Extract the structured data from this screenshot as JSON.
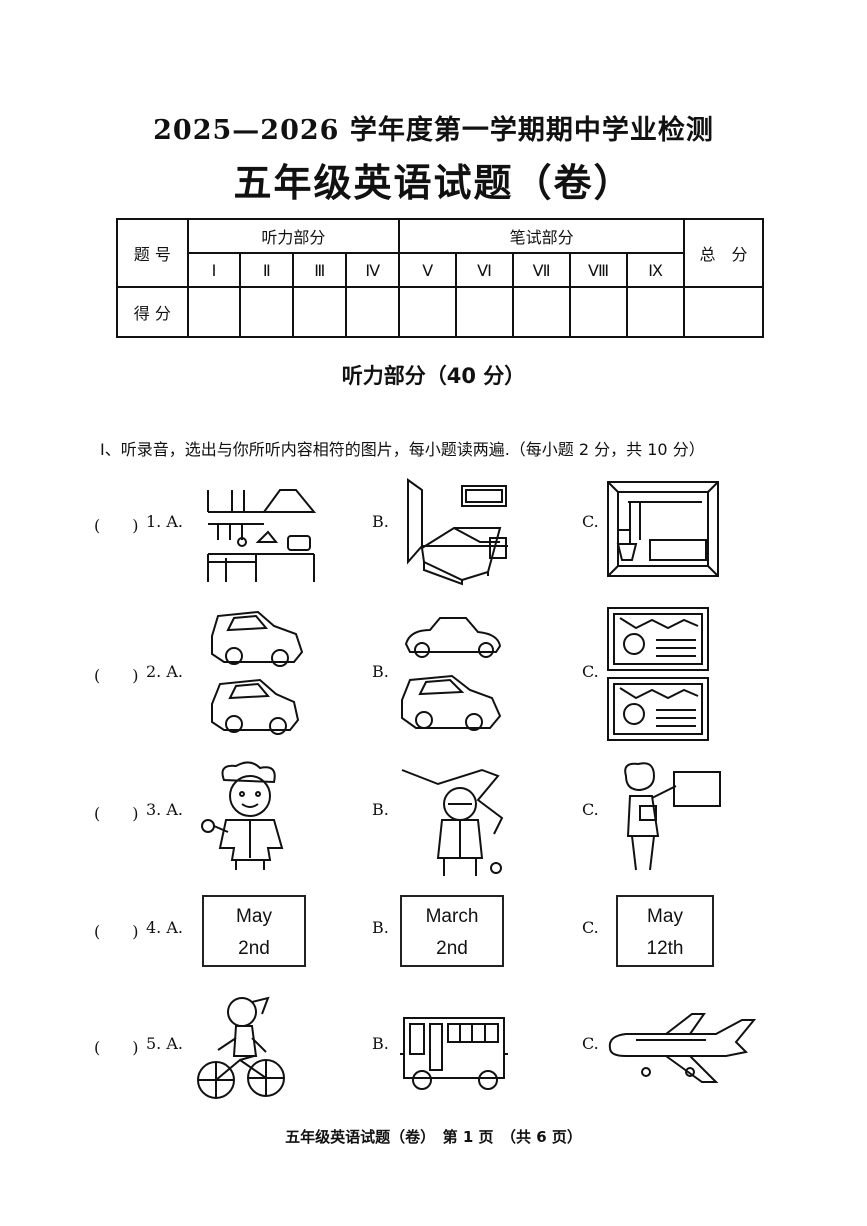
{
  "header": {
    "title_line1": "2025—2026 学年度第一学期期中学业检测",
    "title_line2": "五年级英语试题（卷）"
  },
  "score_table": {
    "row_label_number": "题 号",
    "row_label_score": "得 分",
    "group_listening": "听力部分",
    "group_written": "笔试部分",
    "total": "总　分",
    "columns": [
      "Ⅰ",
      "Ⅱ",
      "Ⅲ",
      "Ⅳ",
      "Ⅴ",
      "Ⅵ",
      "Ⅶ",
      "Ⅷ",
      "Ⅸ"
    ]
  },
  "section_title": "听力部分（40 分）",
  "instruction": "Ⅰ、听录音，选出与你所听内容相符的图片，每小题读两遍.（每小题 2 分，共 10 分）",
  "questions": [
    {
      "paren": "(　　)",
      "a": "1. A.",
      "b": "B.",
      "c": "C.",
      "icons": [
        "kitchen-picture",
        "bedroom-picture",
        "bathroom-picture"
      ]
    },
    {
      "paren": "(　　)",
      "a": "2. A.",
      "b": "B.",
      "c": "C.",
      "icons": [
        "two-cars-picture",
        "old-car-and-car-picture",
        "two-birthday-cards-picture"
      ]
    },
    {
      "paren": "(　　)",
      "a": "3. A.",
      "b": "B.",
      "c": "C.",
      "icons": [
        "cook-picture",
        "pilot-picture",
        "teacher-picture"
      ]
    },
    {
      "paren": "(　　)",
      "a": "4. A.",
      "b": "B.",
      "c": "C.",
      "dates": [
        {
          "month": "May",
          "day": "2nd"
        },
        {
          "month": "March",
          "day": "2nd"
        },
        {
          "month": "May",
          "day": "12th"
        }
      ]
    },
    {
      "paren": "(　　)",
      "a": "5. A.",
      "b": "B.",
      "c": "C.",
      "icons": [
        "girl-on-bike-picture",
        "bus-picture",
        "plane-picture"
      ]
    }
  ],
  "footer": "五年级英语试题（卷）　第 1 页　（共 6 页）"
}
